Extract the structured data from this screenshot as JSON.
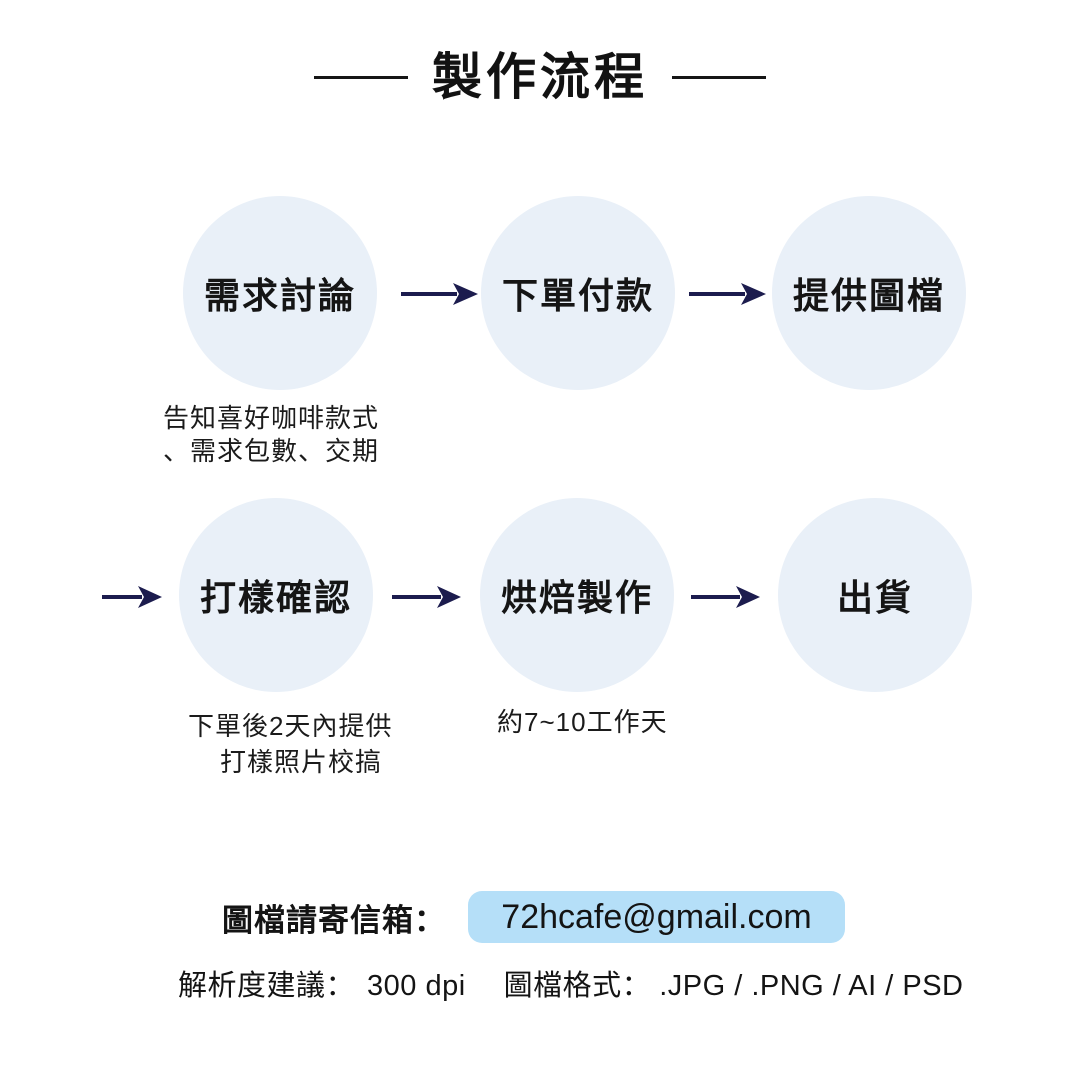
{
  "title": {
    "text": "製作流程"
  },
  "flow": {
    "rows": [
      {
        "steps": [
          {
            "label": "需求討論",
            "caption": [
              "告知喜好咖啡款式",
              "、需求包數、交期"
            ]
          },
          {
            "label": "下單付款",
            "caption": []
          },
          {
            "label": "提供圖檔",
            "caption": []
          }
        ]
      },
      {
        "steps": [
          {
            "label": "打樣確認",
            "caption": [
              "下單後2天內提供",
              "打樣照片校搞"
            ]
          },
          {
            "label": "烘焙製作",
            "caption": [
              "約7~10工作天"
            ]
          },
          {
            "label": "出貨",
            "caption": []
          }
        ]
      }
    ]
  },
  "contact": {
    "email_label": "圖檔請寄信箱：",
    "email": "72hcafe@gmail.com",
    "resolution_label": "解析度建議：",
    "resolution_value": "300 dpi",
    "format_label": "圖檔格式：",
    "format_value": ".JPG / .PNG / AI / PSD"
  },
  "colors": {
    "background": "#FFFFFF",
    "circle_fill": "#E9F0F8",
    "arrow": "#1C1C4E",
    "email_box_fill": "#B5DFF8",
    "text_primary": "#121212",
    "text_secondary": "#1B1B1B"
  },
  "icons": [
    {
      "name": "flow-arrow-icon",
      "glyph": "→"
    }
  ]
}
